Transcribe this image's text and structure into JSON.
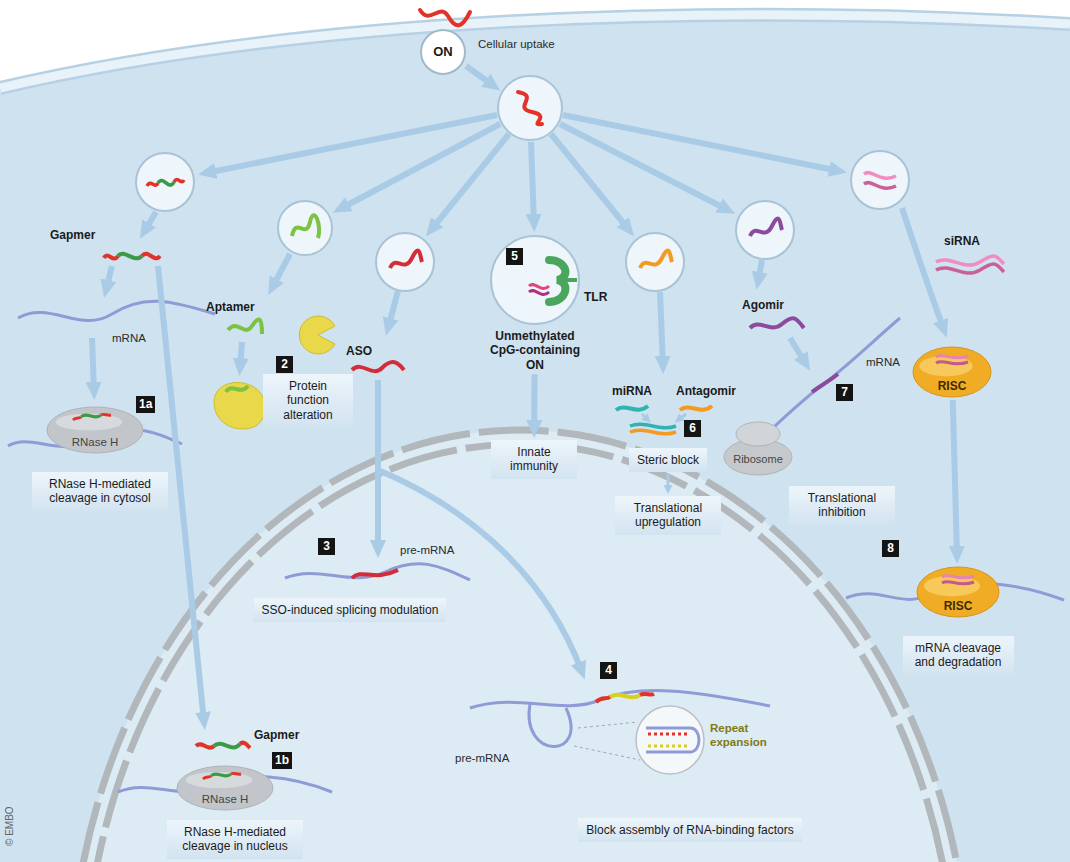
{
  "diagram": {
    "nodes": [
      {
        "text": [
          "ON"
        ]
      },
      {
        "text": [
          "Unmethylated CpG-containing ON"
        ]
      },
      {
        "text": [
          "5"
        ],
        "in": 1
      },
      {
        "text": [
          "RISC"
        ]
      },
      {
        "text": [
          "RNase H"
        ]
      },
      {
        "text": [
          "1a"
        ]
      },
      {
        "text": [
          "RNase H-mediated cleavage in cytosol"
        ]
      },
      {
        "text": [
          "2"
        ]
      },
      {
        "text": [
          "Protein function alteration"
        ]
      },
      {
        "text": [
          "Innate immunity"
        ]
      },
      {
        "text": [
          "6"
        ]
      },
      {
        "text": [
          "Steric block"
        ]
      },
      {
        "text": [
          "Translational upregulation"
        ]
      },
      {
        "text": [
          "7"
        ]
      },
      {
        "text": [
          "Translational inhibition"
        ]
      },
      {
        "text": [
          "Ribosome"
        ]
      },
      {
        "text": [
          "RISC"
        ]
      },
      {
        "text": [
          "8"
        ]
      },
      {
        "text": [
          "mRNA cleavage and degradation"
        ]
      },
      {
        "text": [
          "3"
        ]
      },
      {
        "text": [
          "SSO-induced splicing modulation"
        ]
      },
      {
        "text": [
          "4"
        ]
      },
      {
        "text": [
          "RNase H"
        ]
      },
      {
        "text": [
          "1b"
        ]
      },
      {
        "text": [
          "RNase H-mediated cleavage in nucleus"
        ]
      },
      {
        "text": [
          "Block assembly of RNA-binding factors"
        ]
      }
    ],
    "edges": [
      {
        "from": 1,
        "to": 9,
        "arrow": "to"
      },
      {
        "from": 11,
        "to": 12,
        "arrow": "to"
      },
      {
        "from": 3,
        "to": 16,
        "arrow": "to"
      }
    ],
    "labels": [
      "Cellular uptake",
      "Gapmer",
      "Aptamer",
      "ASO",
      "TLR",
      "miRNA",
      "Antagomir",
      "Agomir",
      "siRNA",
      "mRNA",
      "mRNA",
      "Gapmer",
      "pre-mRNA",
      "pre-mRNA",
      "Repeat expansion",
      "© EMBO"
    ]
  }
}
